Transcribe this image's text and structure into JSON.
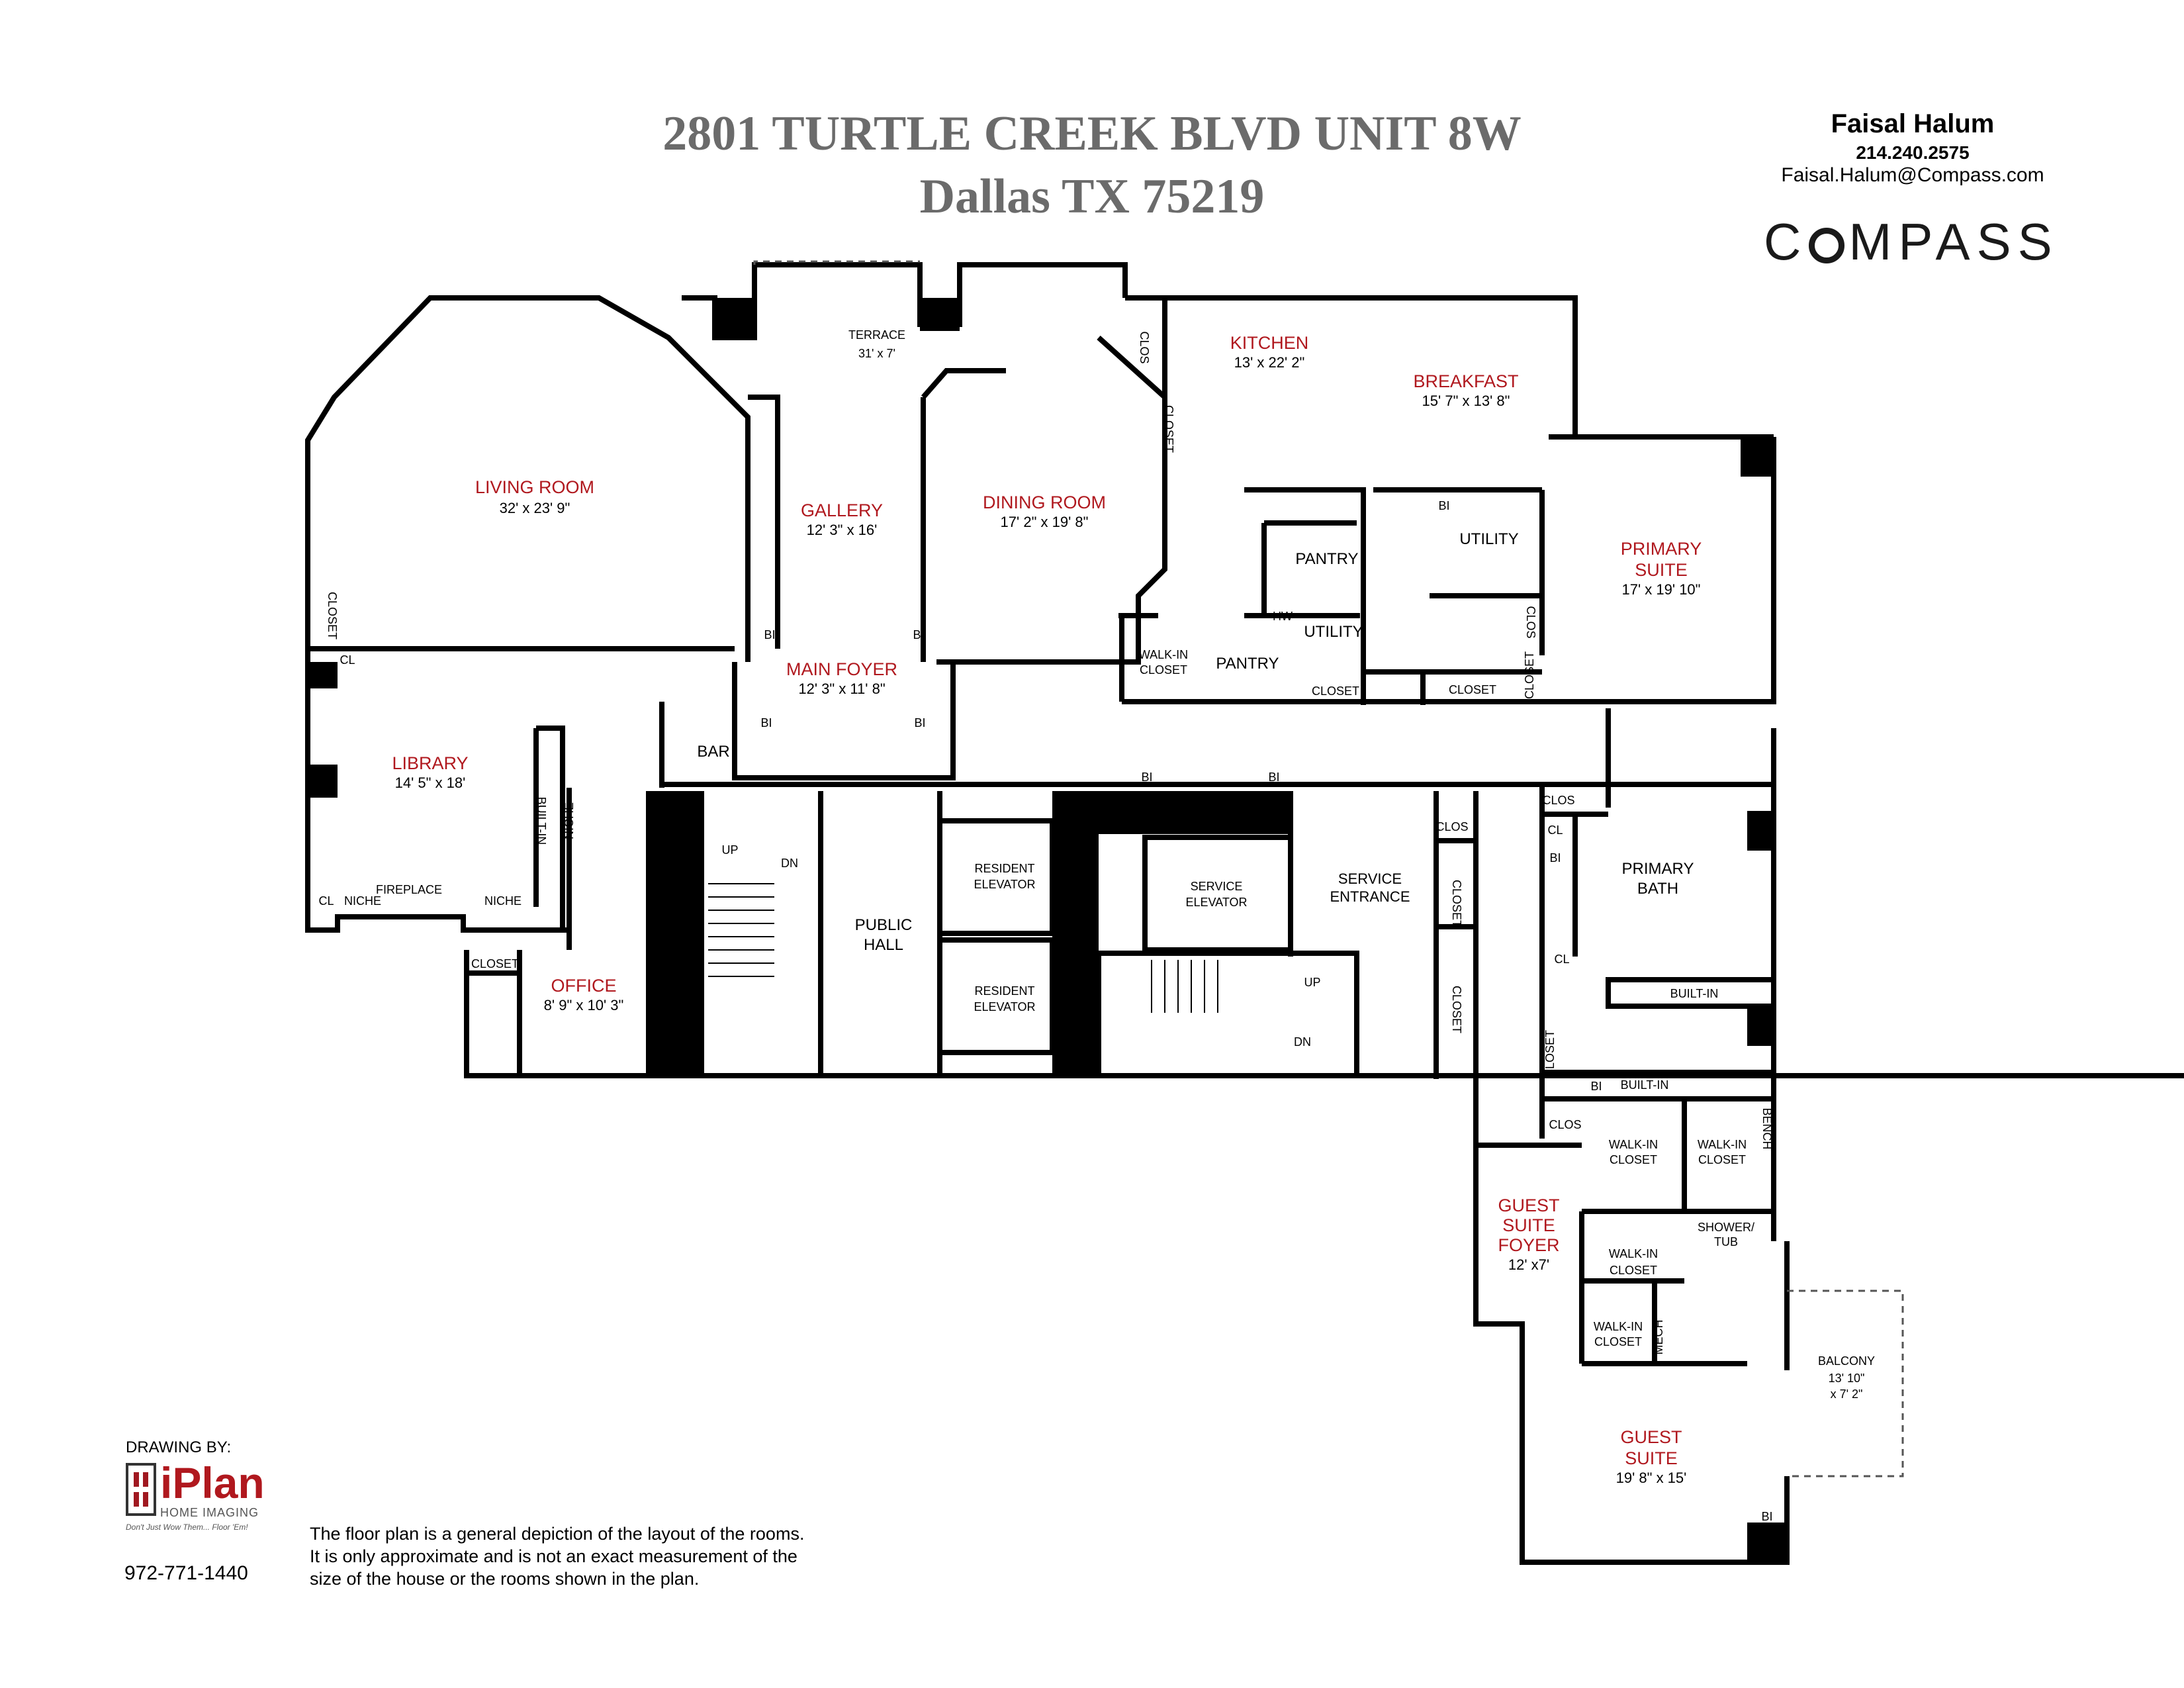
{
  "header": {
    "address_line1": "2801 TURTLE CREEK BLVD UNIT 8W",
    "address_line2": "Dallas TX 75219"
  },
  "agent": {
    "name": "Faisal Halum",
    "phone": "214.240.2575",
    "email": "Faisal.Halum@Compass.com",
    "brokerage": "COMPASS"
  },
  "rooms": {
    "terrace": {
      "name": "TERRACE",
      "size": "31' x 7'"
    },
    "living_room": {
      "name": "LIVING ROOM",
      "size": "32' x 23' 9\""
    },
    "gallery": {
      "name": "GALLERY",
      "size": "12' 3\" x 16'"
    },
    "dining_room": {
      "name": "DINING ROOM",
      "size": "17' 2\" x 19' 8\""
    },
    "kitchen": {
      "name": "KITCHEN",
      "size": "13' x 22' 2\""
    },
    "breakfast": {
      "name": "BREAKFAST",
      "size": "15' 7\" x 13' 8\""
    },
    "primary_suite": {
      "name_line1": "PRIMARY",
      "name_line2": "SUITE",
      "size": "17' x 19' 10\""
    },
    "main_foyer": {
      "name": "MAIN FOYER",
      "size": "12' 3\" x 11' 8\""
    },
    "library": {
      "name": "LIBRARY",
      "size": "14' 5\" x 18'"
    },
    "office": {
      "name": "OFFICE",
      "size": "8' 9\" x 10' 3\""
    },
    "guest_suite_foyer": {
      "name_line1": "GUEST",
      "name_line2": "SUITE",
      "name_line3": "FOYER",
      "size": "12' x7'"
    },
    "guest_suite": {
      "name_line1": "GUEST",
      "name_line2": "SUITE",
      "size": "19' 8\" x 15'"
    },
    "balcony": {
      "name": "BALCONY",
      "size_line1": "13' 10\"",
      "size_line2": "x 7' 2\""
    }
  },
  "labels": {
    "closet": "CLOSET",
    "clos": "CLOS",
    "cl": "CL",
    "bi": "BI",
    "pantry": "PANTRY",
    "utility": "UTILITY",
    "walk_in": "WALK-IN",
    "walk_in_closet_l2": "CLOSET",
    "bar": "BAR",
    "up": "UP",
    "dn": "DN",
    "public_hall_l1": "PUBLIC",
    "public_hall_l2": "HALL",
    "resident_l1": "RESIDENT",
    "resident_l2": "ELEVATOR",
    "service_elev_l1": "SERVICE",
    "service_elev_l2": "ELEVATOR",
    "service_ent_l1": "SERVICE",
    "service_ent_l2": "ENTRANCE",
    "primary_bath_l1": "PRIMARY",
    "primary_bath_l2": "BATH",
    "built_in": "BUILT-IN",
    "niche": "NICHE",
    "fireplace": "FIREPLACE",
    "hw": "HW",
    "bench": "BENCH",
    "shower_tub_l1": "SHOWER/",
    "shower_tub_l2": "TUB",
    "mech": "MECH"
  },
  "footer": {
    "drawing_by": "DRAWING BY:",
    "logo_brand": "iPlan",
    "logo_sub": "HOME IMAGING",
    "logo_tag": "Don't Just Wow Them... Floor 'Em!",
    "phone": "972-771-1440",
    "disclaimer_line1": "The floor plan is a general depiction of the layout of the rooms.",
    "disclaimer_line2": "It is only approximate and is not an exact measurement of the",
    "disclaimer_line3": "size of the house or the rooms shown in the plan."
  },
  "colors": {
    "wall": "#000000",
    "room_name": "#b0181e",
    "title": "#6b6b6b"
  }
}
